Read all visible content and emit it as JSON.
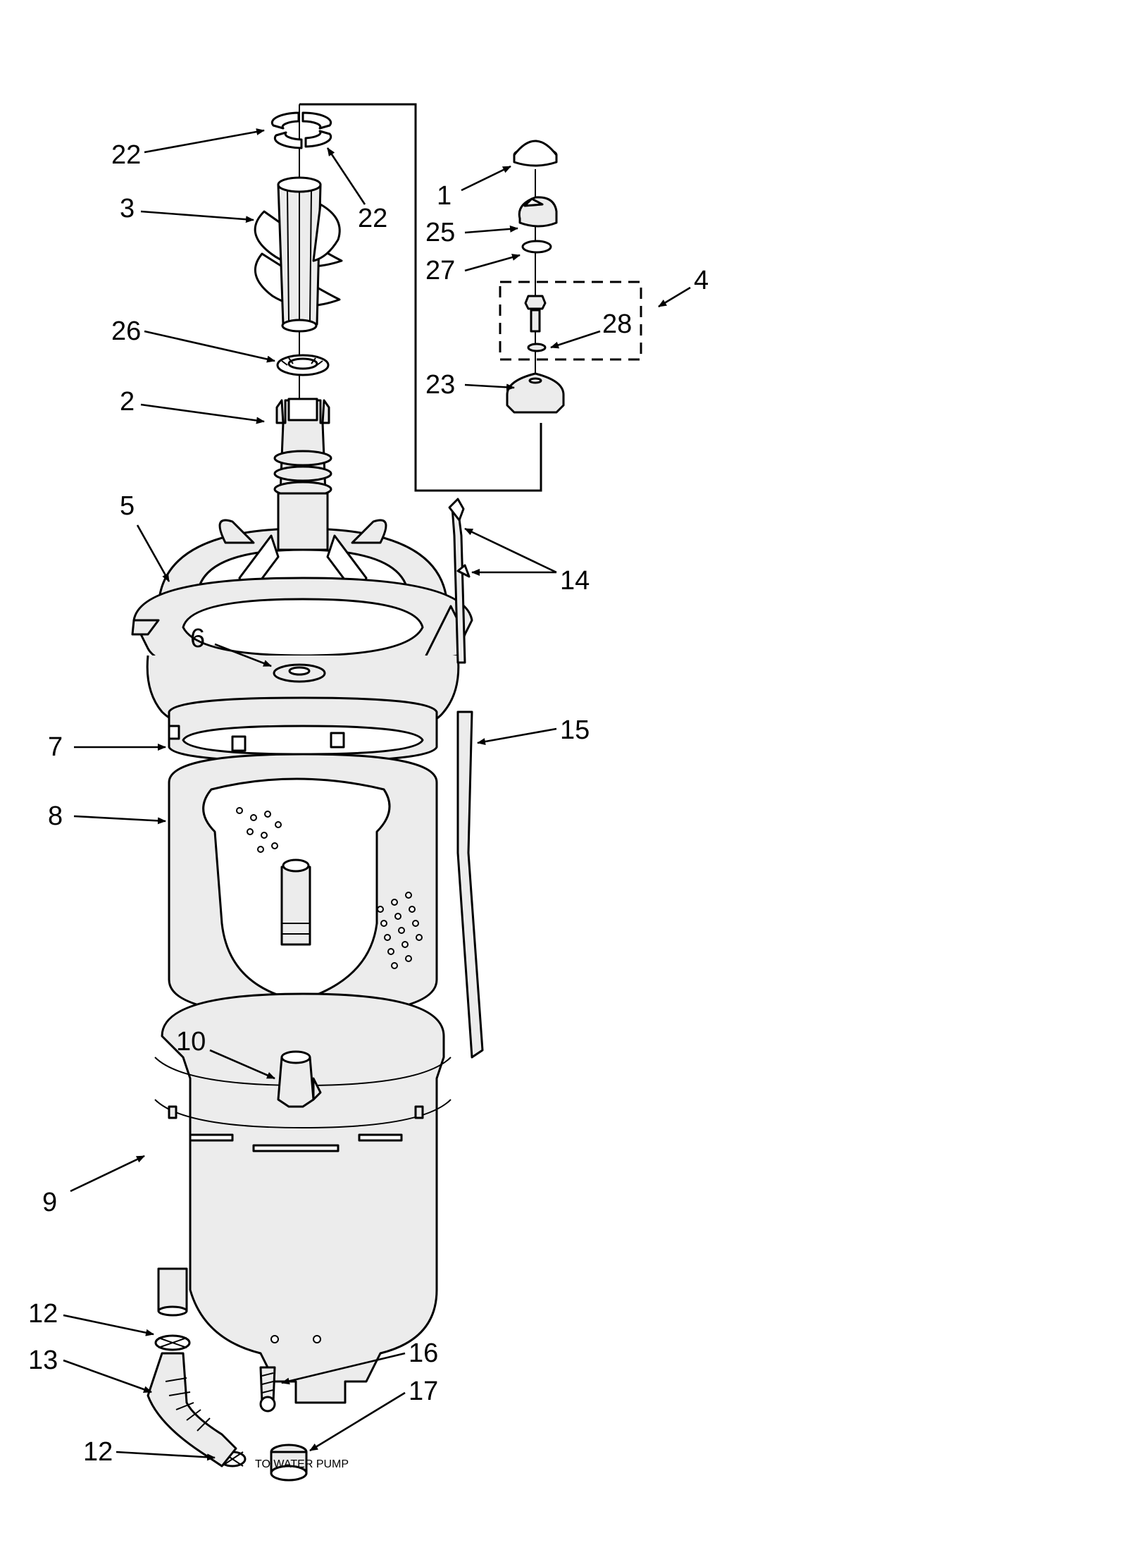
{
  "callouts": [
    "1",
    "2",
    "3",
    "4",
    "5",
    "6",
    "7",
    "8",
    "9",
    "10",
    "12",
    "12",
    "13",
    "14",
    "15",
    "16",
    "17",
    "22",
    "22",
    "23",
    "25",
    "26",
    "27",
    "28"
  ],
  "note": "TO WATER PUMP"
}
